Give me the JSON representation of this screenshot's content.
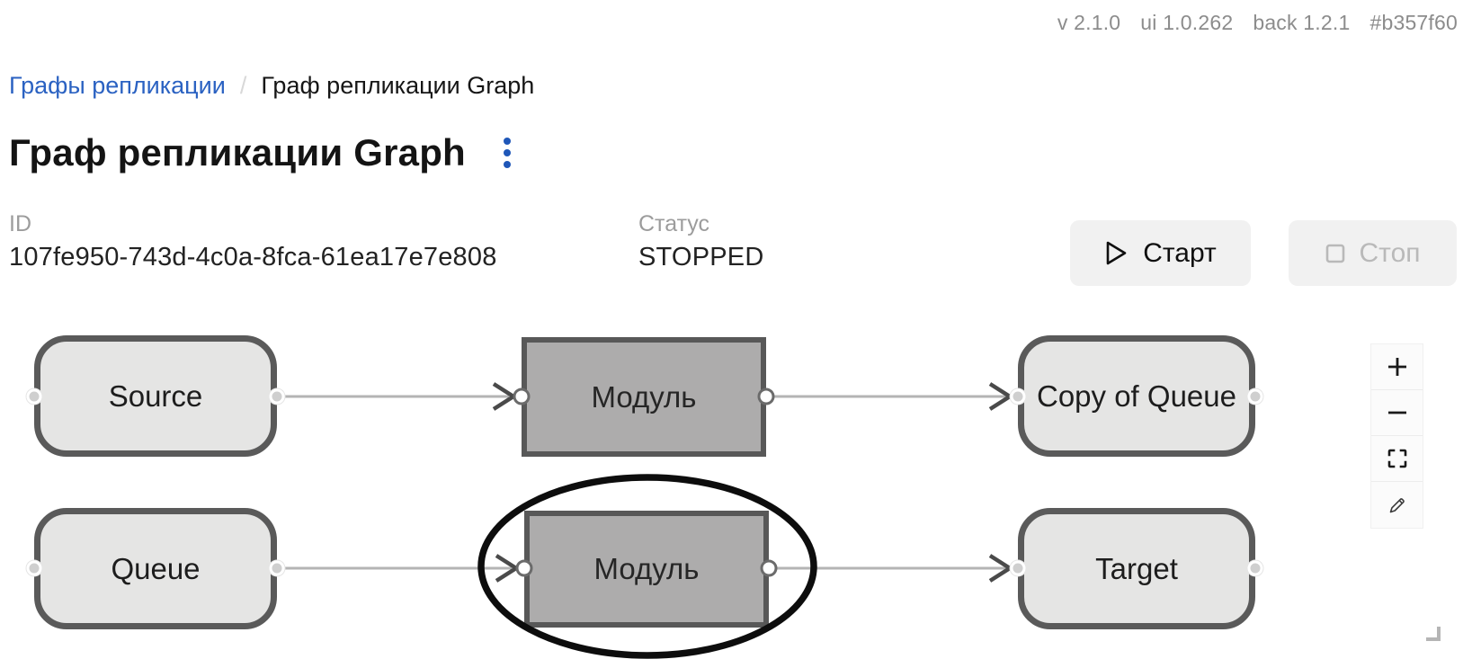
{
  "meta": {
    "app_version": "v 2.1.0",
    "ui_version": "ui 1.0.262",
    "back_version": "back 1.2.1",
    "build_hash": "#b357f60"
  },
  "breadcrumb": {
    "parent": "Графы репликации",
    "separator": "/",
    "current": "Граф репликации Graph"
  },
  "header": {
    "title": "Граф репликации Graph",
    "menu_icon": "kebab-menu-icon"
  },
  "details": {
    "id_label": "ID",
    "id_value": "107fe950-743d-4c0a-8fca-61ea17e7e808",
    "status_label": "Статус",
    "status_value": "STOPPED"
  },
  "toolbar": {
    "start_label": "Старт",
    "start_icon": "play-icon",
    "start_enabled": true,
    "stop_label": "Стоп",
    "stop_icon": "stop-icon",
    "stop_enabled": false
  },
  "graph": {
    "nodes": [
      {
        "id": "source",
        "label": "Source",
        "shape": "rounded",
        "row": 1
      },
      {
        "id": "module-1",
        "label": "Модуль",
        "shape": "rect",
        "row": 1
      },
      {
        "id": "copy-of-queue",
        "label": "Copy of Queue",
        "shape": "rounded",
        "row": 1
      },
      {
        "id": "queue",
        "label": "Queue",
        "shape": "rounded",
        "row": 2
      },
      {
        "id": "module-2",
        "label": "Модуль",
        "shape": "rect",
        "row": 2,
        "annotated": "black-ellipse"
      },
      {
        "id": "target",
        "label": "Target",
        "shape": "rounded",
        "row": 2
      }
    ],
    "edges": [
      {
        "from": "source",
        "to": "module-1"
      },
      {
        "from": "module-1",
        "to": "copy-of-queue"
      },
      {
        "from": "queue",
        "to": "module-2"
      },
      {
        "from": "module-2",
        "to": "target"
      }
    ],
    "controls": [
      {
        "name": "zoom-in",
        "icon": "plus-icon"
      },
      {
        "name": "zoom-out",
        "icon": "minus-icon"
      },
      {
        "name": "fit-view",
        "icon": "fit-view-icon"
      },
      {
        "name": "edit",
        "icon": "pencil-icon"
      }
    ]
  },
  "colors": {
    "link_blue": "#2b62c2",
    "kebab_blue": "#1f57b8",
    "label_gray": "#9c9c9c",
    "version_gray": "#8c8c8c",
    "button_bg": "#f1f1f1",
    "disabled_text": "#b9b9b9",
    "node_rounded_fill": "#e5e5e4",
    "node_rect_fill": "#adacac",
    "node_border": "#5a5a5a",
    "edge_gray": "#b4b4b4",
    "arrowhead_gray": "#4a4a4a",
    "annotation_black": "#0d0d0d"
  }
}
